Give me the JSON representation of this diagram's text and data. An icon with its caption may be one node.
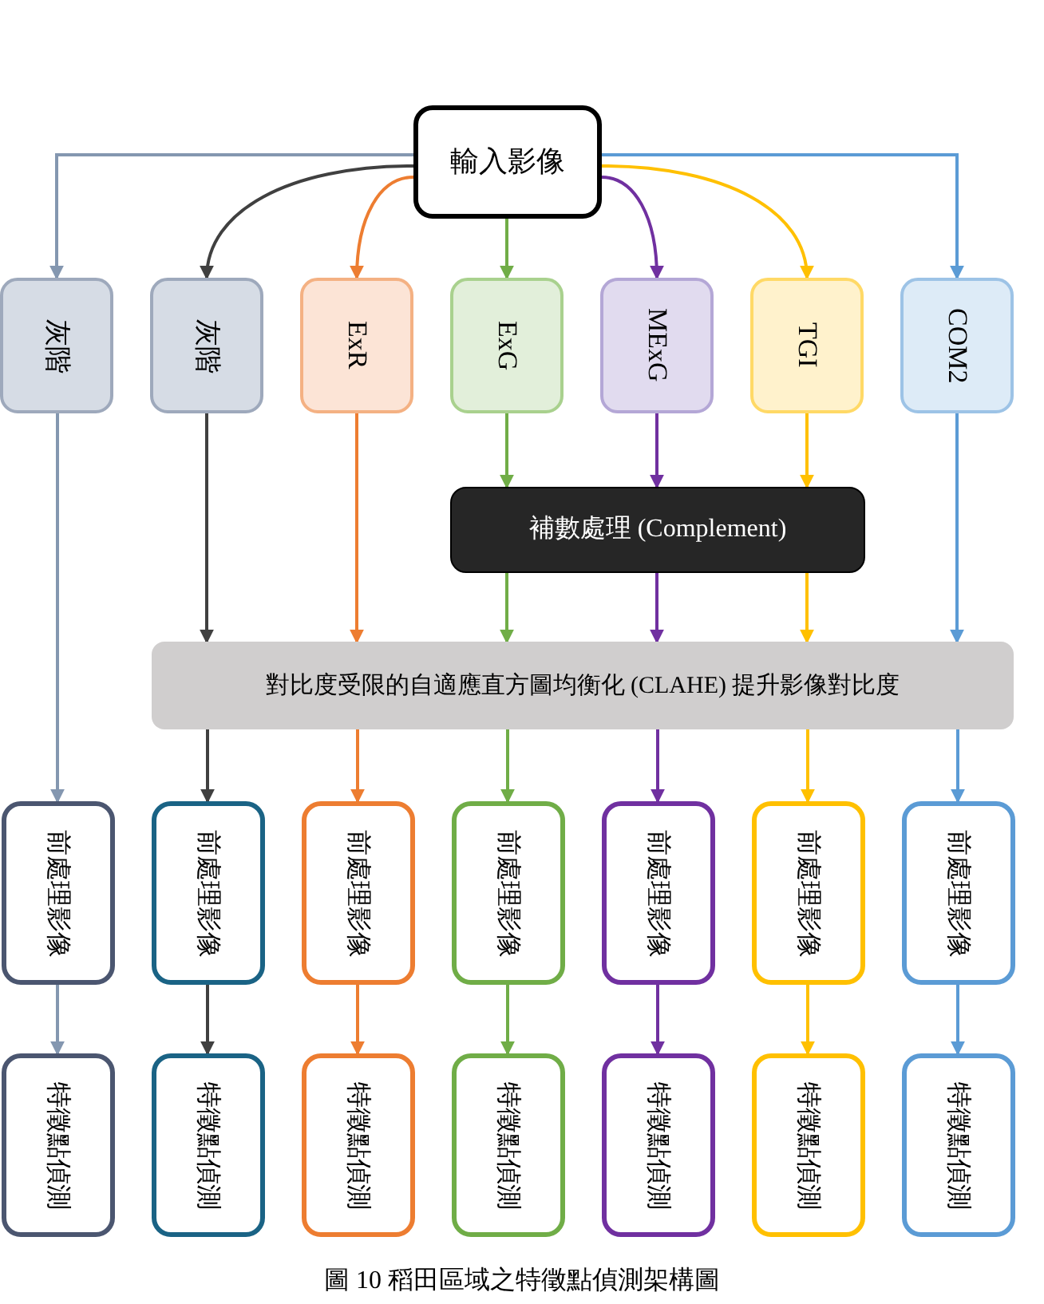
{
  "diagram": {
    "caption": "圖 10 稻田區域之特徵點偵測架構圖",
    "nodes": [
      {
        "text": [
          "輸入影像"
        ]
      },
      {
        "text": [
          "灰階"
        ]
      },
      {
        "text": [
          "灰階"
        ]
      },
      {
        "text": [
          "ExR"
        ]
      },
      {
        "text": [
          "ExG"
        ]
      },
      {
        "text": [
          "MExG"
        ]
      },
      {
        "text": [
          "TGI"
        ]
      },
      {
        "text": [
          "COM2"
        ]
      },
      {
        "text": [
          "補數處理 (Complement)"
        ]
      },
      {
        "text": [
          "對比度受限的自適應直方圖均衡化 (CLAHE) 提升影像對比度"
        ]
      },
      {
        "text": [
          "前處理影像"
        ]
      },
      {
        "text": [
          "前處理影像"
        ]
      },
      {
        "text": [
          "前處理影像"
        ]
      },
      {
        "text": [
          "前處理影像"
        ]
      },
      {
        "text": [
          "前處理影像"
        ]
      },
      {
        "text": [
          "前處理影像"
        ]
      },
      {
        "text": [
          "前處理影像"
        ]
      },
      {
        "text": [
          "特徵點偵測"
        ]
      },
      {
        "text": [
          "特徵點偵測"
        ]
      },
      {
        "text": [
          "特徵點偵測"
        ]
      },
      {
        "text": [
          "特徵點偵測"
        ]
      },
      {
        "text": [
          "特徵點偵測"
        ]
      },
      {
        "text": [
          "特徵點偵測"
        ]
      },
      {
        "text": [
          "特徵點偵測"
        ]
      }
    ],
    "edges": [
      {
        "from": 0,
        "to": 1,
        "arrow": "to",
        "color": "#8497b0"
      },
      {
        "from": 0,
        "to": 2,
        "arrow": "to",
        "color": "#404040"
      },
      {
        "from": 0,
        "to": 3,
        "arrow": "to",
        "color": "#ed7d31"
      },
      {
        "from": 0,
        "to": 4,
        "arrow": "to",
        "color": "#70ad47"
      },
      {
        "from": 0,
        "to": 5,
        "arrow": "to",
        "color": "#7030a0"
      },
      {
        "from": 0,
        "to": 6,
        "arrow": "to",
        "color": "#ffc000"
      },
      {
        "from": 0,
        "to": 7,
        "arrow": "to",
        "color": "#5b9bd5"
      },
      {
        "from": 1,
        "to": 10,
        "arrow": "to",
        "color": "#8497b0"
      },
      {
        "from": 2,
        "to": 9,
        "arrow": "to",
        "color": "#404040"
      },
      {
        "from": 3,
        "to": 9,
        "arrow": "to",
        "color": "#ed7d31"
      },
      {
        "from": 4,
        "to": 8,
        "arrow": "to",
        "color": "#70ad47"
      },
      {
        "from": 5,
        "to": 8,
        "arrow": "to",
        "color": "#7030a0"
      },
      {
        "from": 6,
        "to": 8,
        "arrow": "to",
        "color": "#ffc000"
      },
      {
        "from": 7,
        "to": 9,
        "arrow": "to",
        "color": "#5b9bd5"
      },
      {
        "from": 8,
        "to": 9,
        "arrow": "to",
        "color": "#70ad47"
      },
      {
        "from": 8,
        "to": 9,
        "arrow": "to",
        "color": "#7030a0"
      },
      {
        "from": 8,
        "to": 9,
        "arrow": "to",
        "color": "#ffc000"
      },
      {
        "from": 9,
        "to": 11,
        "arrow": "to",
        "color": "#404040"
      },
      {
        "from": 9,
        "to": 12,
        "arrow": "to",
        "color": "#ed7d31"
      },
      {
        "from": 9,
        "to": 13,
        "arrow": "to",
        "color": "#70ad47"
      },
      {
        "from": 9,
        "to": 14,
        "arrow": "to",
        "color": "#7030a0"
      },
      {
        "from": 9,
        "to": 15,
        "arrow": "to",
        "color": "#ffc000"
      },
      {
        "from": 9,
        "to": 16,
        "arrow": "to",
        "color": "#5b9bd5"
      },
      {
        "from": 10,
        "to": 17,
        "arrow": "to",
        "color": "#8497b0"
      },
      {
        "from": 11,
        "to": 18,
        "arrow": "to",
        "color": "#404040"
      },
      {
        "from": 12,
        "to": 19,
        "arrow": "to",
        "color": "#ed7d31"
      },
      {
        "from": 13,
        "to": 20,
        "arrow": "to",
        "color": "#70ad47"
      },
      {
        "from": 14,
        "to": 21,
        "arrow": "to",
        "color": "#7030a0"
      },
      {
        "from": 15,
        "to": 22,
        "arrow": "to",
        "color": "#ffc000"
      },
      {
        "from": 16,
        "to": 23,
        "arrow": "to",
        "color": "#5b9bd5"
      }
    ]
  }
}
